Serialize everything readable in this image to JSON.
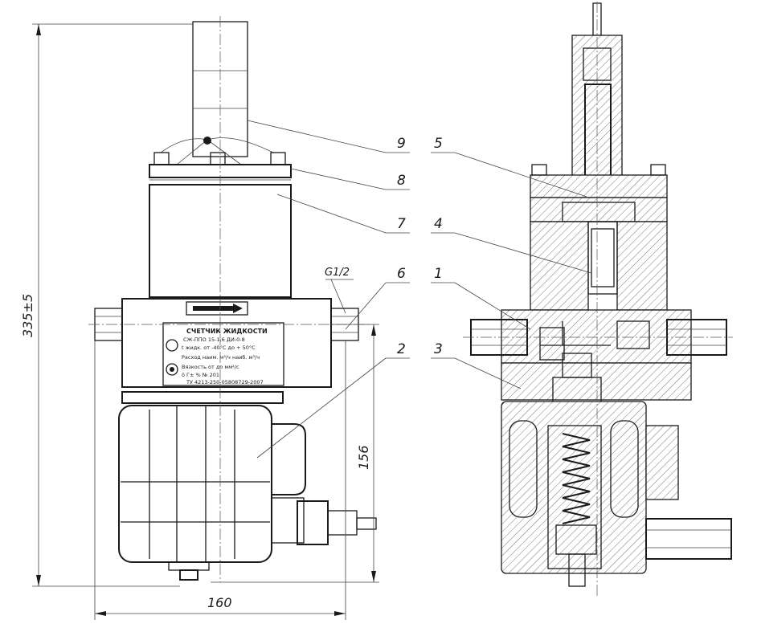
{
  "callouts": {
    "n1": "1",
    "n2": "2",
    "n3": "3",
    "n4": "4",
    "n5": "5",
    "n6": "6",
    "n7": "7",
    "n8": "8",
    "n9": "9"
  },
  "dimensions": {
    "height_total": "335±5",
    "height_lower": "156",
    "width": "160",
    "thread": "G1/2"
  },
  "nameplate": {
    "title": "СЧЕТЧИК ЖИДКОСТИ",
    "model": "СЖ-ППО 15-1,6 ДИ-0-8",
    "temp": "t жидк. от -40°С до + 50°С",
    "flow": "Расход наим.        м³/ч наиб.        м³/ч",
    "viscosity": "Вязкость от        до        мм²/с",
    "error": "δ Г±       %  №          201",
    "spec": "ТУ 4213-250-05808729-2007"
  }
}
